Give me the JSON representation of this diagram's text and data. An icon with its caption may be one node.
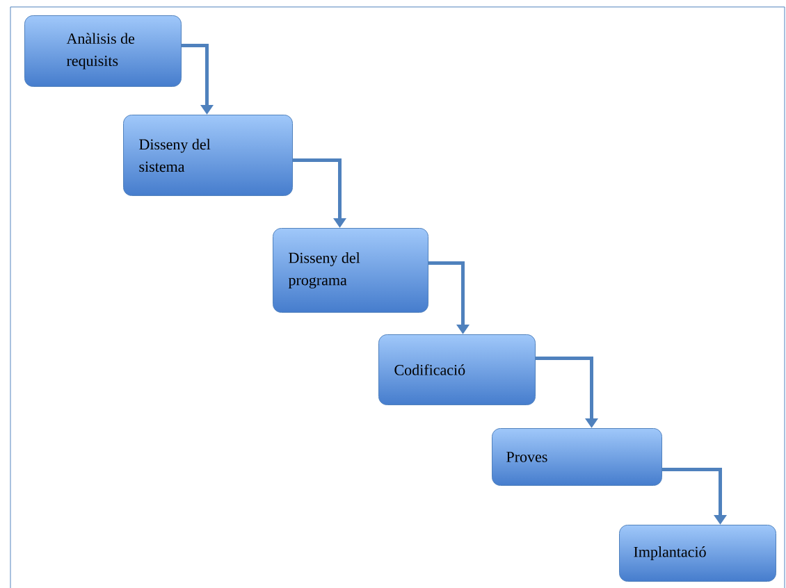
{
  "diagram": {
    "nodes": [
      {
        "text": [
          "Anàlisis de requisits"
        ]
      },
      {
        "text": [
          "Disseny del sistema"
        ]
      },
      {
        "text": [
          "Disseny del programa"
        ]
      },
      {
        "text": [
          "Codificació"
        ]
      },
      {
        "text": [
          "Proves"
        ]
      },
      {
        "text": [
          "Implantació"
        ]
      }
    ],
    "edges": [
      {
        "from": 0,
        "to": 1,
        "arrow": "to"
      },
      {
        "from": 1,
        "to": 2,
        "arrow": "to"
      },
      {
        "from": 2,
        "to": 3,
        "arrow": "to"
      },
      {
        "from": 3,
        "to": 4,
        "arrow": "to"
      },
      {
        "from": 4,
        "to": 5,
        "arrow": "to"
      }
    ]
  }
}
